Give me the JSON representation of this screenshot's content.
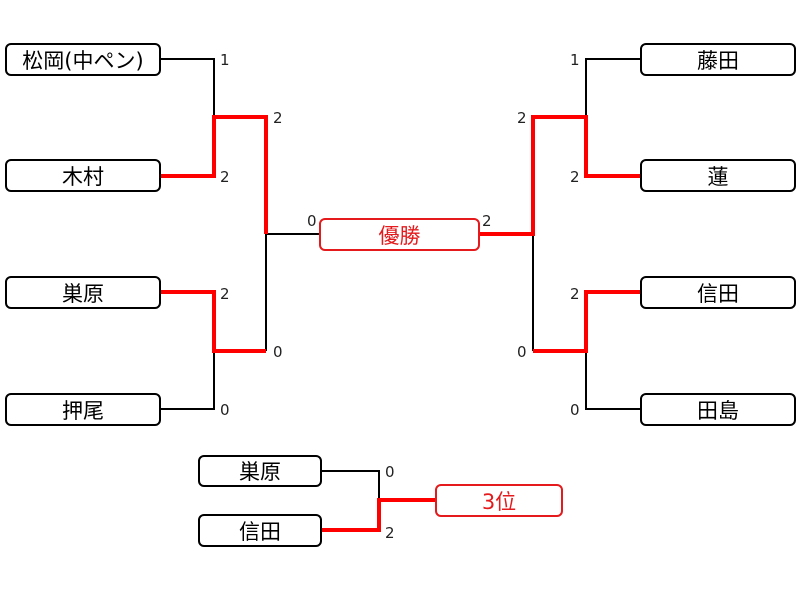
{
  "colors": {
    "line": "#000000",
    "winner": "#ff0000",
    "accent": "#e41a1c"
  },
  "left": {
    "players": [
      "松岡(中ペン)",
      "木村",
      "巣原",
      "押尾"
    ],
    "r1_scores": [
      "1",
      "2",
      "2",
      "0"
    ],
    "r2_scores": [
      "2",
      "0"
    ]
  },
  "right": {
    "players": [
      "藤田",
      "蓮",
      "信田",
      "田島"
    ],
    "r1_scores": [
      "1",
      "2",
      "2",
      "0"
    ],
    "r2_scores": [
      "2",
      "0"
    ]
  },
  "final": {
    "label": "優勝",
    "left_score": "0",
    "right_score": "2"
  },
  "third": {
    "players": [
      "巣原",
      "信田"
    ],
    "scores": [
      "0",
      "2"
    ],
    "label": "3位"
  }
}
